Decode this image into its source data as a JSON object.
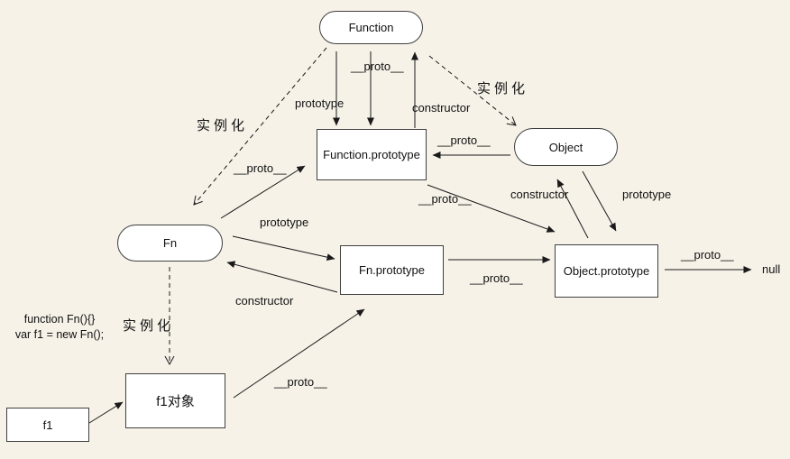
{
  "diagram": {
    "title_hint": "JavaScript prototype chain diagram",
    "nodes": {
      "function": {
        "label": "Function"
      },
      "function_prototype": {
        "label": "Function.prototype"
      },
      "object": {
        "label": "Object"
      },
      "fn": {
        "label": "Fn"
      },
      "fn_prototype": {
        "label": "Fn.prototype"
      },
      "object_prototype": {
        "label": "Object.prototype"
      },
      "f1_object": {
        "label": "f1对象"
      },
      "f1": {
        "label": "f1"
      },
      "null_value": {
        "label": "null"
      }
    },
    "labels": {
      "proto": "__proto__",
      "prototype": "prototype",
      "constructor": "constructor",
      "instantiate": "实例化"
    },
    "code": {
      "line1": "function Fn(){}",
      "line2": "var f1 = new Fn();"
    },
    "edges": [
      {
        "from": "Function",
        "to": "Function.prototype",
        "label": "prototype",
        "style": "solid"
      },
      {
        "from": "Function",
        "to": "Function.prototype",
        "label": "__proto__",
        "style": "solid"
      },
      {
        "from": "Function.prototype",
        "to": "Function",
        "label": "constructor",
        "style": "solid"
      },
      {
        "from": "Function",
        "to": "Fn",
        "label": "实例化",
        "style": "dashed"
      },
      {
        "from": "Function",
        "to": "Object",
        "label": "实例化",
        "style": "dashed"
      },
      {
        "from": "Fn",
        "to": "Function.prototype",
        "label": "__proto__",
        "style": "solid"
      },
      {
        "from": "Object",
        "to": "Function.prototype",
        "label": "__proto__",
        "style": "solid"
      },
      {
        "from": "Function.prototype",
        "to": "Object.prototype",
        "label": "__proto__",
        "style": "solid"
      },
      {
        "from": "Fn",
        "to": "Fn.prototype",
        "label": "prototype",
        "style": "solid"
      },
      {
        "from": "Fn.prototype",
        "to": "Fn",
        "label": "constructor",
        "style": "solid"
      },
      {
        "from": "Fn.prototype",
        "to": "Object.prototype",
        "label": "__proto__",
        "style": "solid"
      },
      {
        "from": "Object",
        "to": "Object.prototype",
        "label": "prototype",
        "style": "solid"
      },
      {
        "from": "Object.prototype",
        "to": "Object",
        "label": "constructor",
        "style": "solid"
      },
      {
        "from": "Object.prototype",
        "to": "null",
        "label": "__proto__",
        "style": "solid"
      },
      {
        "from": "Fn",
        "to": "f1对象",
        "label": "实例化",
        "style": "dashed"
      },
      {
        "from": "f1",
        "to": "f1对象",
        "label": "",
        "style": "solid"
      },
      {
        "from": "f1对象",
        "to": "Fn.prototype",
        "label": "__proto__",
        "style": "solid"
      }
    ]
  }
}
